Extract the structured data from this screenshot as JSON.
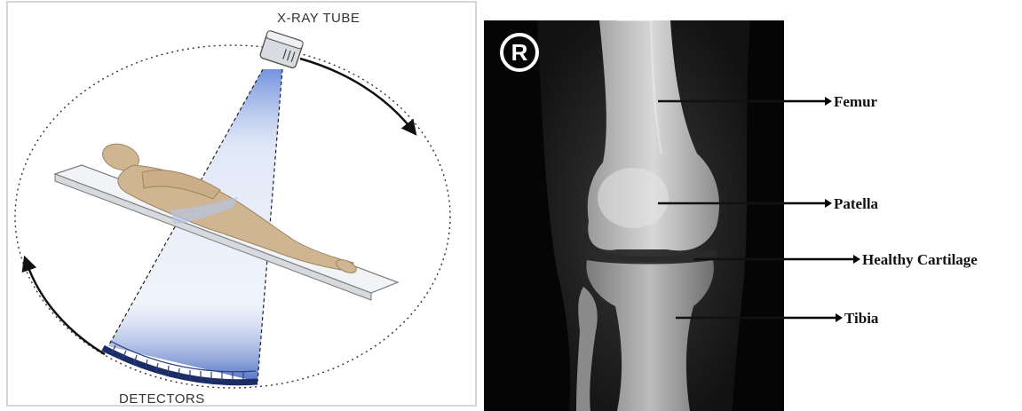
{
  "ct_diagram": {
    "tube_label": "X-RAY TUBE",
    "detectors_label": "DETECTORS",
    "icons": [
      "xray-tube-icon",
      "patient-figure-icon",
      "rotation-arrow-icon",
      "detector-array-icon"
    ]
  },
  "xray": {
    "side_marker": "R",
    "labels": [
      {
        "key": "femur",
        "text": "Femur"
      },
      {
        "key": "patella",
        "text": "Patella"
      },
      {
        "key": "cartilage",
        "text": "Healthy Cartilage"
      },
      {
        "key": "tibia",
        "text": "Tibia"
      }
    ]
  },
  "colors": {
    "beam": "#6f8fd6",
    "detector": "#1c2c66",
    "skin": "#cfb592",
    "film_background": "#050505"
  }
}
